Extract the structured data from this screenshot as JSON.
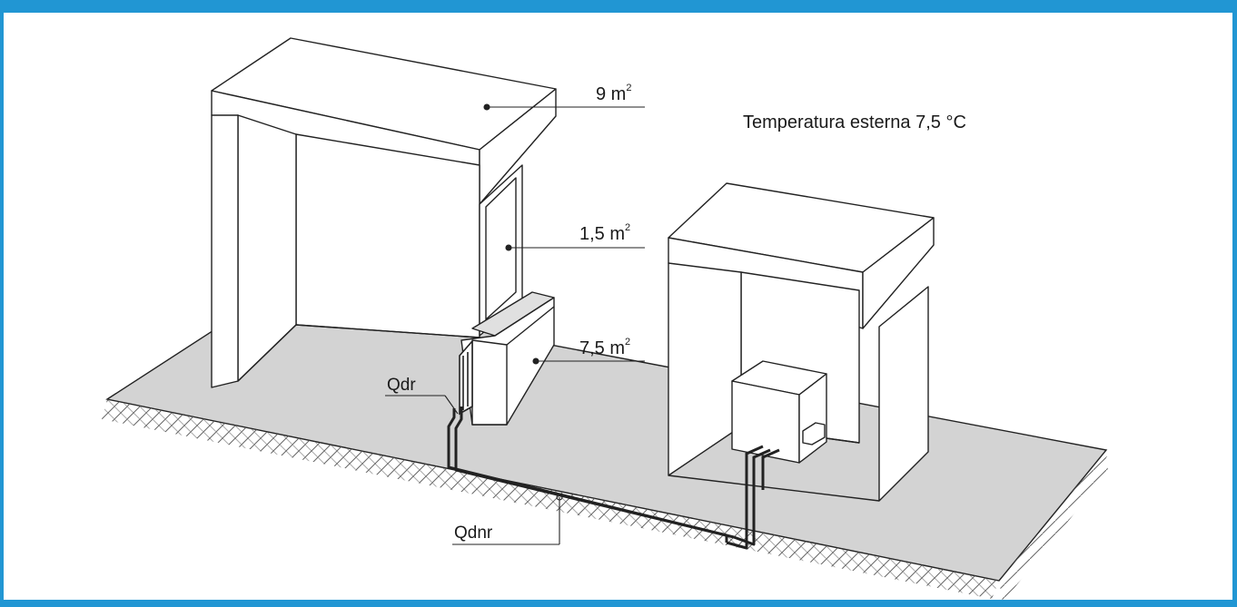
{
  "diagram": {
    "temperature_note": "Temperatura esterna 7,5 °C",
    "labels": {
      "roof_area": "9 m",
      "window_area": "1,5 m",
      "wall_area": "7,5 m",
      "area_exponent": "2",
      "regulated_pipe": "Qdr",
      "unregulated_pipe": "Qdnr"
    }
  }
}
